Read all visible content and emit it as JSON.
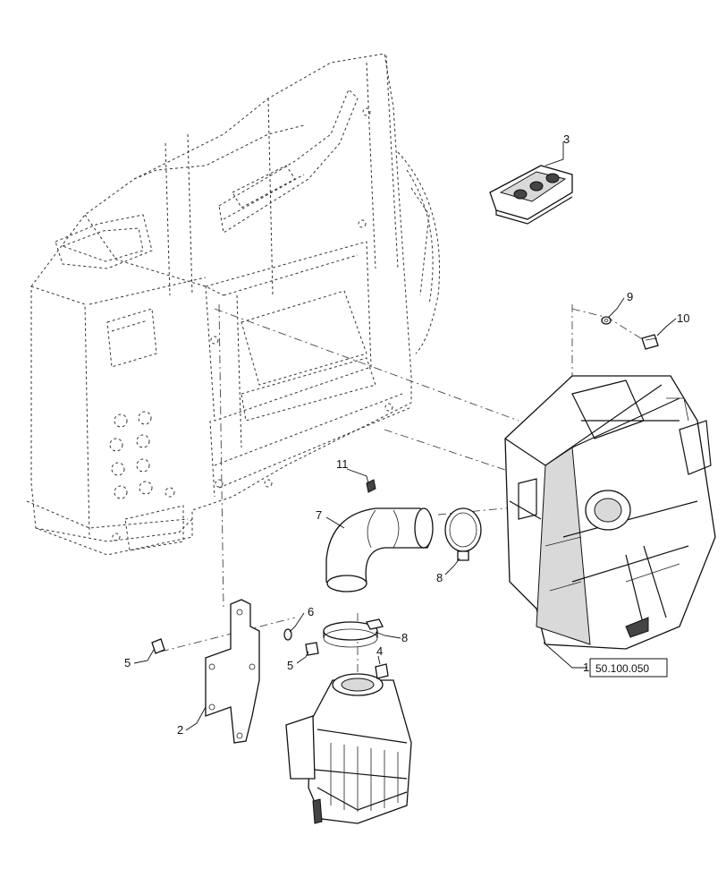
{
  "callouts": {
    "c1": "1",
    "c2": "2",
    "c3": "3",
    "c4": "4",
    "c5a": "5",
    "c5b": "5",
    "c6": "6",
    "c7": "7",
    "c8a": "8",
    "c8b": "8",
    "c9": "9",
    "c10": "10",
    "c11": "11"
  },
  "reference": {
    "section": "50.100.050"
  }
}
